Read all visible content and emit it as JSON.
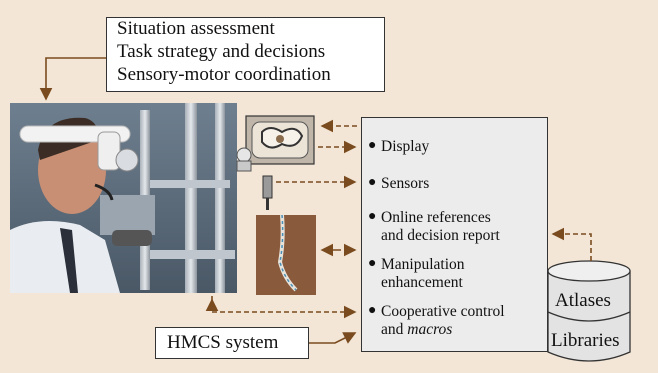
{
  "top_box": {
    "lines": [
      "Situation assessment",
      "Task strategy and decisions",
      "Sensory-motor coordination"
    ]
  },
  "features": [
    "Display",
    "Sensors",
    "Online references",
    "and decision report",
    "Manipulation",
    "enhancement",
    "Cooperative control",
    "and ",
    "macros"
  ],
  "database": {
    "top": "Atlases",
    "bottom": "Libraries"
  },
  "hmcs": {
    "label": "HMCS system"
  },
  "colors": {
    "background": "#f3e6d6",
    "panel": "#ececec",
    "arrow": "#7a4b1e"
  }
}
